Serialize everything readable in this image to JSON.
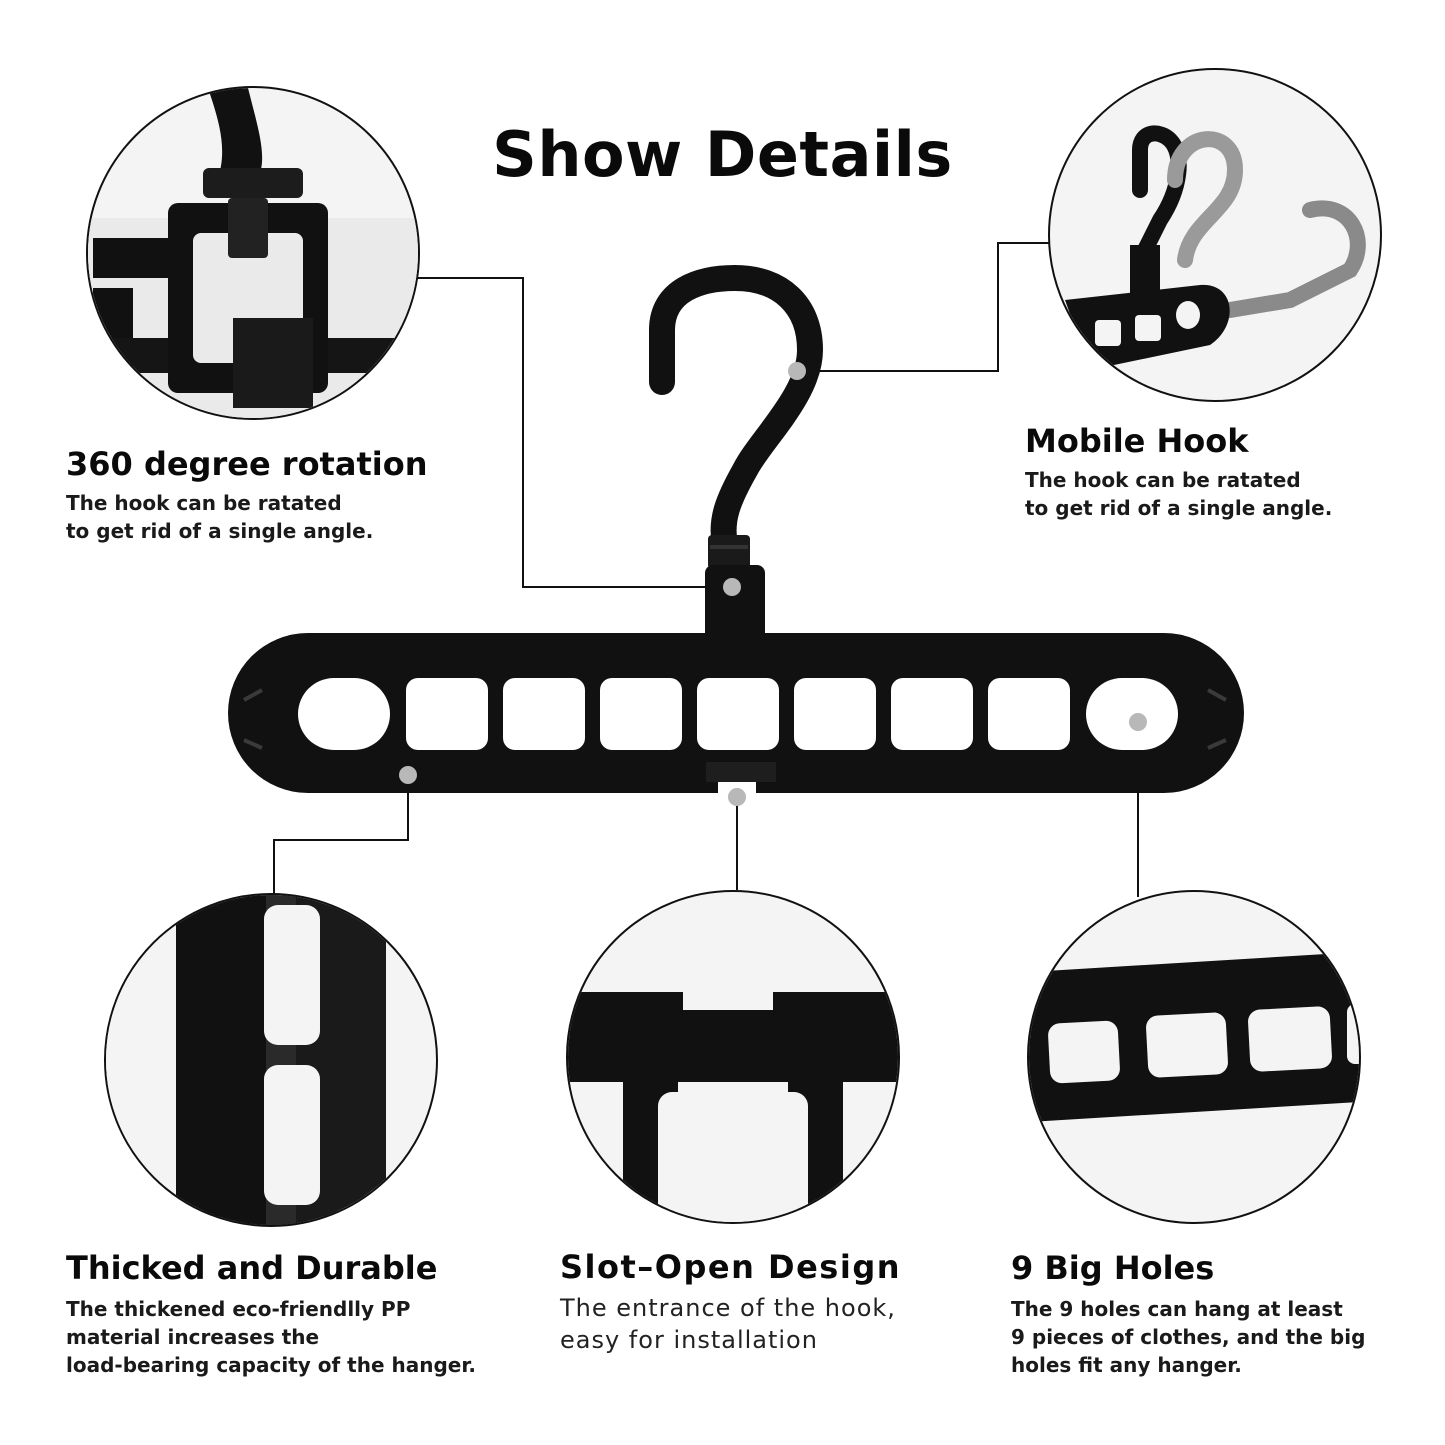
{
  "page": {
    "title": "Show Details"
  },
  "features": {
    "rotation": {
      "title": "360 degree rotation",
      "lines": [
        "The hook can be ratated",
        "to get rid of a single angle."
      ]
    },
    "mobile_hook": {
      "title": "Mobile Hook",
      "lines": [
        "The hook can be ratated",
        "to get rid of a single angle."
      ]
    },
    "durable": {
      "title": "Thicked and Durable",
      "lines": [
        "The thickened eco-friendlly PP",
        "material increases the",
        "load-bearing capacity of the hanger."
      ]
    },
    "slot": {
      "title": "Slot–Open Design",
      "lines": [
        "The entrance of the hook,",
        "easy for installation"
      ]
    },
    "holes": {
      "title": "9 Big Holes",
      "lines": [
        "The 9 holes can hang at least",
        "9 pieces of clothes, and the big",
        "holes fit any hanger."
      ]
    }
  },
  "colors": {
    "hanger": "#111111",
    "callout_dot": "#b8b8b8",
    "background": "#ffffff"
  }
}
